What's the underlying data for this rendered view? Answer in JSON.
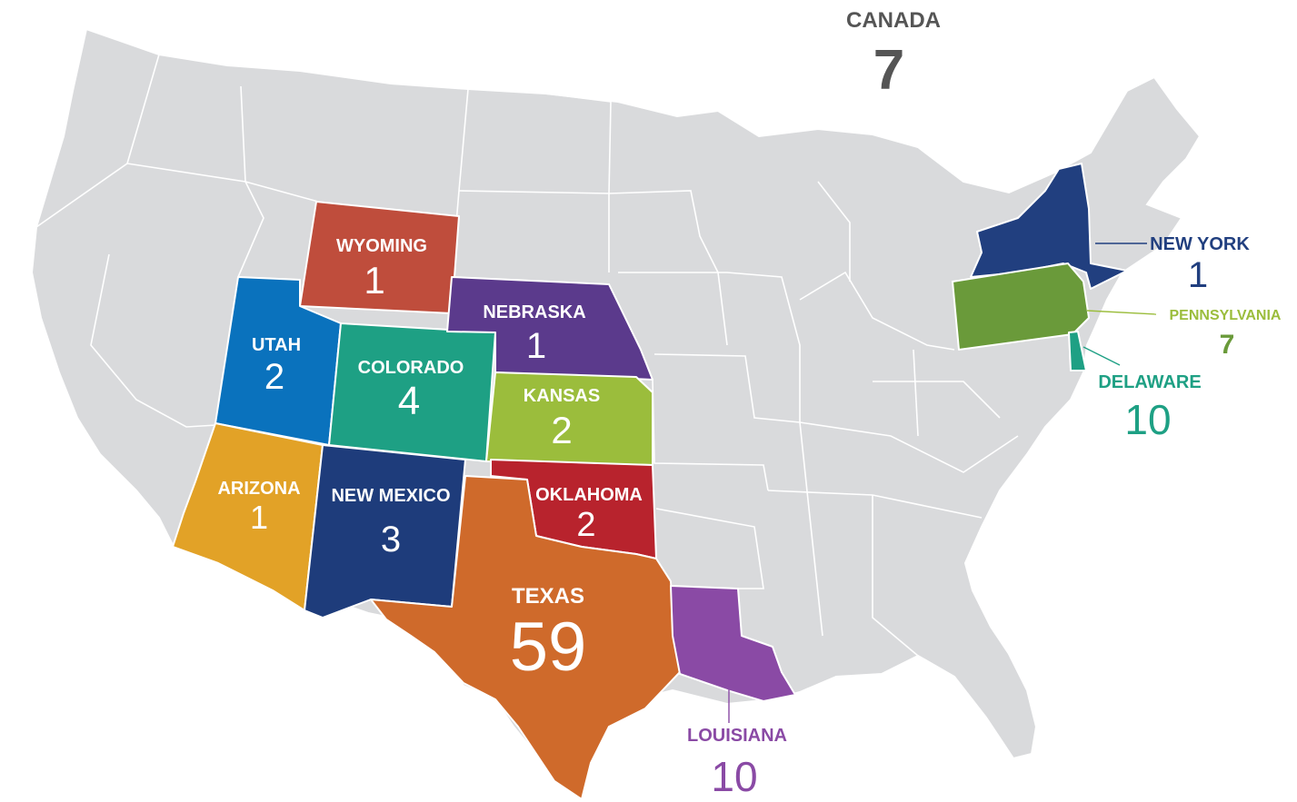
{
  "colors": {
    "base_land": "#d9dadc",
    "wyoming": "#bf4d3c",
    "utah": "#0a72bd",
    "colorado": "#1ea084",
    "nebraska": "#5b3a8c",
    "kansas": "#9bbd3c",
    "arizona": "#e2a227",
    "new_mexico": "#1e3c7b",
    "oklahoma": "#b8232d",
    "texas": "#cf6a2b",
    "louisiana": "#8a4aa5",
    "new_york": "#213f7f",
    "pennsylvania": "#6a9a3a",
    "delaware": "#1ea084",
    "canada": "#555555"
  },
  "regions": {
    "canada": {
      "name": "CANADA",
      "count": "7"
    },
    "wyoming": {
      "name": "WYOMING",
      "count": "1"
    },
    "utah": {
      "name": "UTAH",
      "count": "2"
    },
    "colorado": {
      "name": "COLORADO",
      "count": "4"
    },
    "nebraska": {
      "name": "NEBRASKA",
      "count": "1"
    },
    "kansas": {
      "name": "KANSAS",
      "count": "2"
    },
    "arizona": {
      "name": "ARIZONA",
      "count": "1"
    },
    "new_mexico": {
      "name": "NEW MEXICO",
      "count": "3"
    },
    "oklahoma": {
      "name": "OKLAHOMA",
      "count": "2"
    },
    "texas": {
      "name": "TEXAS",
      "count": "59"
    },
    "louisiana": {
      "name": "LOUISIANA",
      "count": "10"
    },
    "new_york": {
      "name": "NEW YORK",
      "count": "1"
    },
    "pennsylvania": {
      "name": "PENNSYLVANIA",
      "count": "7"
    },
    "delaware": {
      "name": "DELAWARE",
      "count": "10"
    }
  }
}
